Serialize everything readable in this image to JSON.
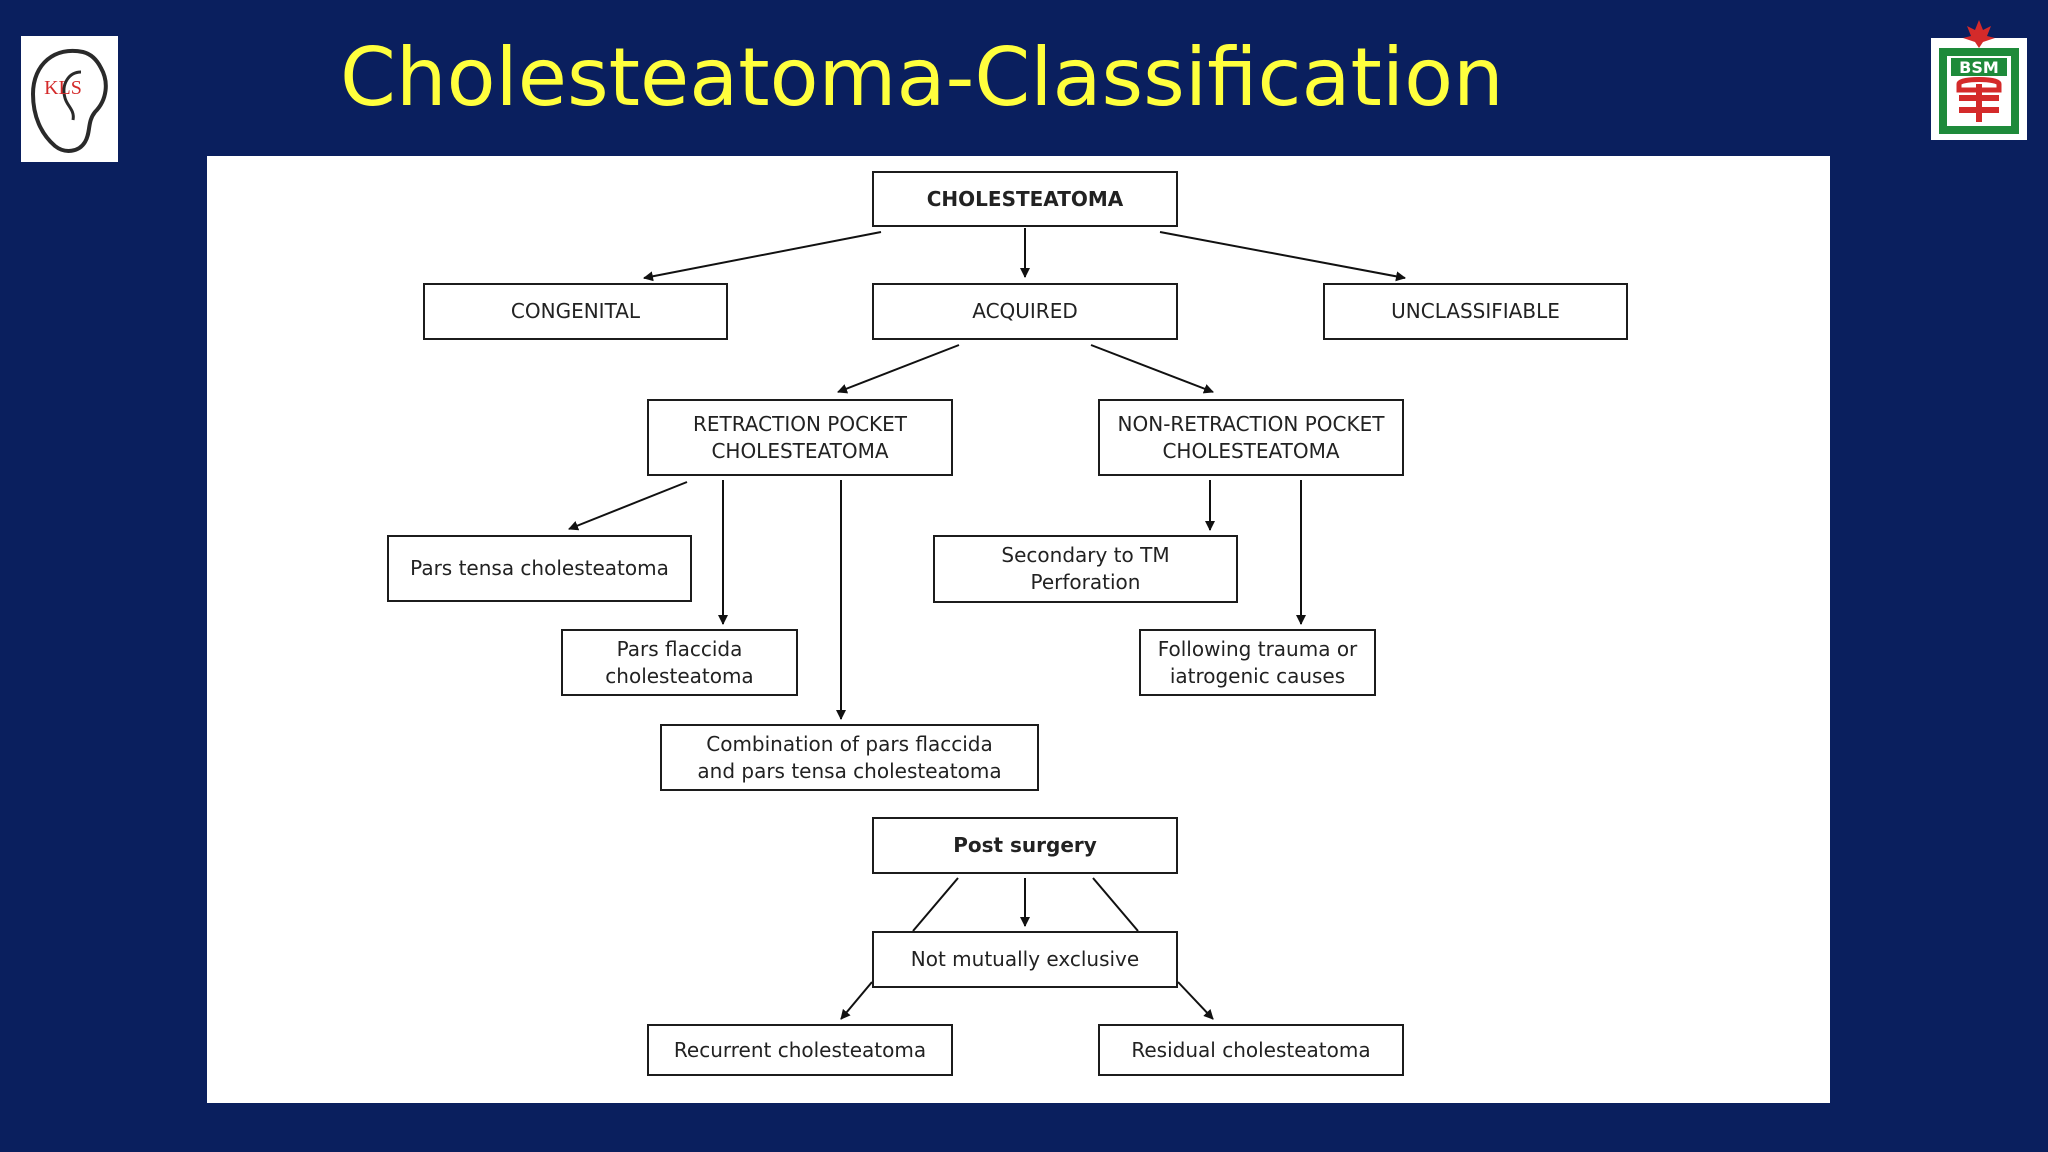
{
  "slide": {
    "title": "Cholesteatoma-Classification",
    "background_color": "#0a1f5e",
    "title_color": "#ffff3d",
    "left_logo": {
      "text": "KLS",
      "icon": "ear-icon"
    },
    "right_logo": {
      "text": "BSM",
      "icon": "university-emblem-icon"
    }
  },
  "diagram": {
    "nodes": [
      {
        "id": "cholesteatoma",
        "label": "CHOLESTEATOMA",
        "bold": true
      },
      {
        "id": "congenital",
        "label": "CONGENITAL"
      },
      {
        "id": "acquired",
        "label": "ACQUIRED"
      },
      {
        "id": "unclassifiable",
        "label": "UNCLASSIFIABLE"
      },
      {
        "id": "retraction-pocket",
        "label": "RETRACTION POCKET\nCHOLESTEATOMA"
      },
      {
        "id": "non-retraction-pocket",
        "label": "NON-RETRACTION POCKET\nCHOLESTEATOMA"
      },
      {
        "id": "pars-tensa",
        "label": "Pars tensa cholesteatoma"
      },
      {
        "id": "pars-flaccida",
        "label": "Pars flaccida\ncholesteatoma"
      },
      {
        "id": "combination",
        "label": "Combination of pars flaccida\nand pars tensa cholesteatoma"
      },
      {
        "id": "secondary-tm",
        "label": "Secondary to TM\nPerforation"
      },
      {
        "id": "following-trauma",
        "label": "Following trauma or\niatrogenic causes"
      },
      {
        "id": "post-surgery",
        "label": "Post surgery",
        "bold": true
      },
      {
        "id": "not-mutually-exclusive",
        "label": "Not mutually exclusive"
      },
      {
        "id": "recurrent",
        "label": "Recurrent cholesteatoma"
      },
      {
        "id": "residual",
        "label": "Residual cholesteatoma"
      }
    ],
    "edges": [
      {
        "from": "cholesteatoma",
        "to": "congenital",
        "arrow": true
      },
      {
        "from": "cholesteatoma",
        "to": "acquired",
        "arrow": true
      },
      {
        "from": "cholesteatoma",
        "to": "unclassifiable",
        "arrow": true
      },
      {
        "from": "acquired",
        "to": "retraction-pocket",
        "arrow": true
      },
      {
        "from": "acquired",
        "to": "non-retraction-pocket",
        "arrow": true
      },
      {
        "from": "retraction-pocket",
        "to": "pars-tensa",
        "arrow": true
      },
      {
        "from": "retraction-pocket",
        "to": "pars-flaccida",
        "arrow": true
      },
      {
        "from": "retraction-pocket",
        "to": "combination",
        "arrow": true
      },
      {
        "from": "non-retraction-pocket",
        "to": "secondary-tm",
        "arrow": true
      },
      {
        "from": "non-retraction-pocket",
        "to": "following-trauma",
        "arrow": true
      },
      {
        "from": "post-surgery",
        "to": "not-mutually-exclusive",
        "arrow": true
      },
      {
        "from": "post-surgery",
        "to": "not-mutually-exclusive",
        "arrow": false
      },
      {
        "from": "post-surgery",
        "to": "not-mutually-exclusive",
        "arrow": false
      },
      {
        "from": "not-mutually-exclusive",
        "to": "recurrent",
        "arrow": true
      },
      {
        "from": "not-mutually-exclusive",
        "to": "residual",
        "arrow": true
      }
    ]
  }
}
